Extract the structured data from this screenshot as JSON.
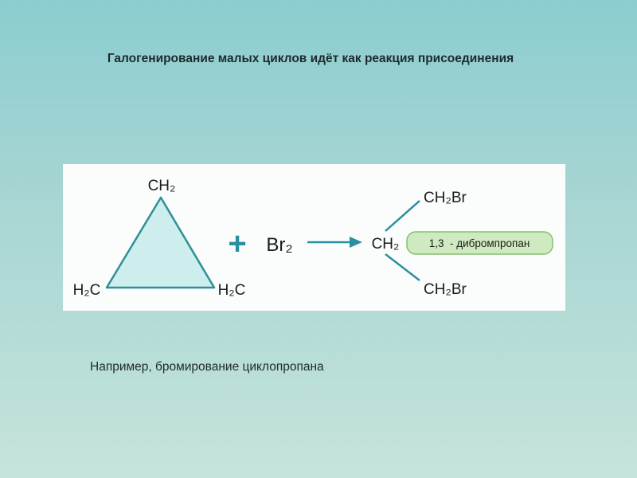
{
  "slide": {
    "title": "Галогенирование малых циклов идёт как реакция присоединения",
    "caption": "Например, бромирование циклопропана"
  },
  "reaction": {
    "reactant_top": "CH₂",
    "reactant_left": "H₂C",
    "reactant_right": "H₂C",
    "plus": "+",
    "reagent": "Br₂",
    "product_center": "CH₂",
    "product_top": "CH₂Br",
    "product_bottom": "CH₂Br",
    "product_name": "1,3  - дибромпропан"
  },
  "colors": {
    "triangle_fill": "#cdeeed",
    "triangle_stroke": "#2f8f9a",
    "accent": "#2a8fa0",
    "badge_fill": "#cfeac0",
    "badge_stroke": "#86bf6a",
    "text": "#1b1b1b"
  }
}
